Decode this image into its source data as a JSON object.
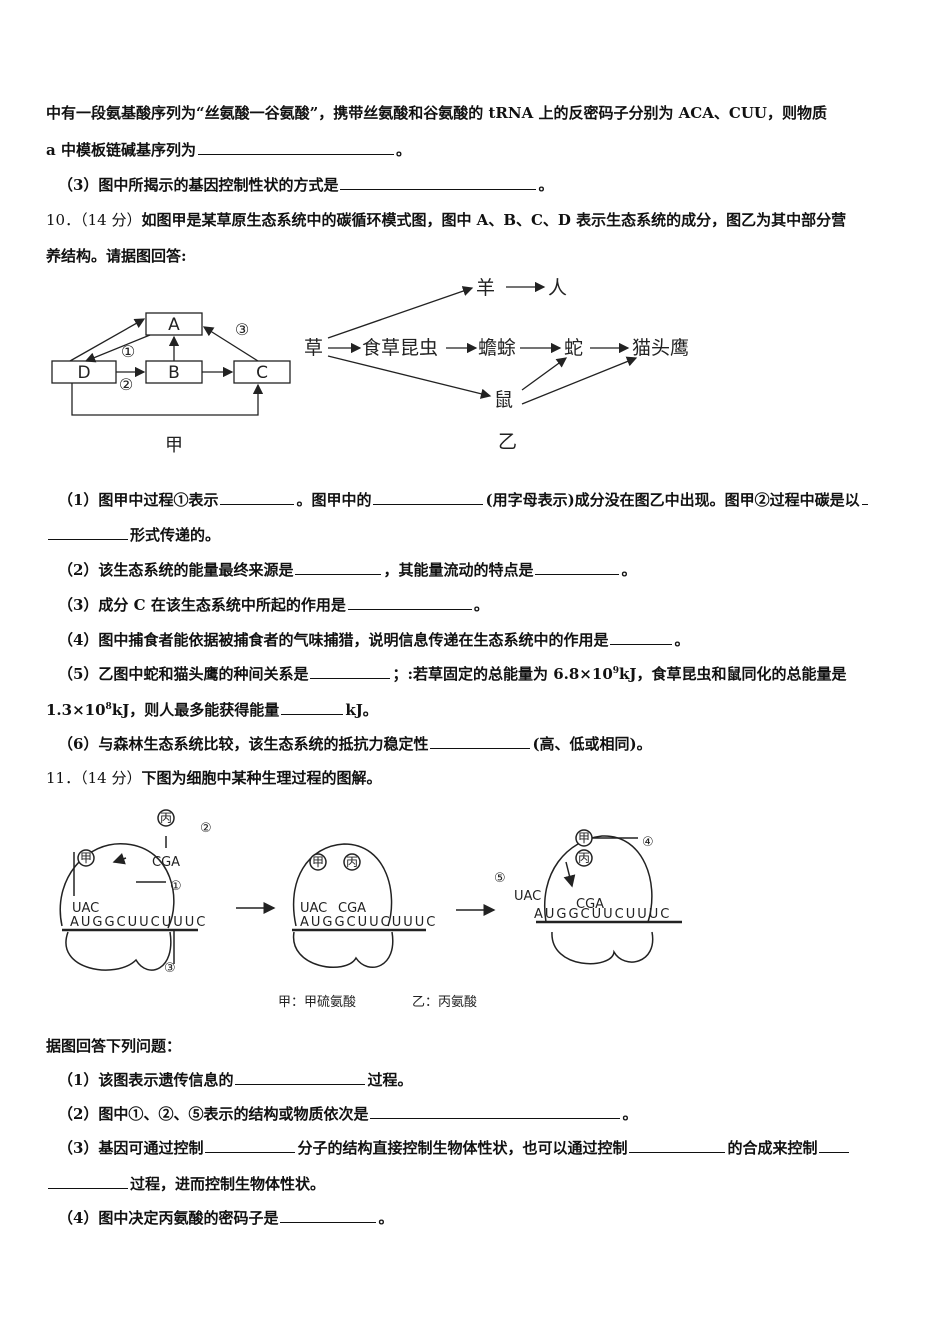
{
  "q9": {
    "line1": "中有一段氨基酸序列为“丝氨酸一谷氨酸”，携带丝氨酸和谷氨酸的 tRNA 上的反密码子分别为 ACA、CUU，则物质",
    "line2": "a 中模板链碱基序列为",
    "line2_end": "。",
    "line3": "（3）图中所揭示的基因控制性状的方式是",
    "line3_end": "。"
  },
  "q10": {
    "num": "10．（14 分）",
    "stem1": "如图甲是某草原生态系统中的碳循环模式图，图中 A、B、C、D 表示生态系统的成分，图乙为其中部分营",
    "stem2": "养结构。请据图回答:",
    "fig_jia": {
      "A": "A",
      "B": "B",
      "C": "C",
      "D": "D",
      "c1": "①",
      "c2": "②",
      "c3": "③",
      "caption": "甲"
    },
    "fig_yi": {
      "grass": "草",
      "insect": "食草昆虫",
      "toad": "蟾蜍",
      "snake": "蛇",
      "owl": "猫头鹰",
      "sheep": "羊",
      "human": "人",
      "rat": "鼠",
      "caption": "乙"
    },
    "p1a": "（1）图甲中过程①表示",
    "p1b": "。图甲中的",
    "p1c": "(用字母表示)成分没在图乙中出现。图甲②过程中碳是以",
    "p1d": "形式传递的。",
    "p2a": "（2）该生态系统的能量最终来源是",
    "p2b": "，其能量流动的特点是",
    "p2c": "。",
    "p3a": "（3）成分 C 在该生态系统中所起的作用是",
    "p3b": "。",
    "p4a": "（4）图中捕食者能依据被捕食者的气味捕猎，说明信息传递在生态系统中的作用是",
    "p4b": "。",
    "p5a": "（5）乙图中蛇和猫头鹰的种间关系是",
    "p5b": "；:若草固定的总能量为 6.8×10",
    "p5sup": "9",
    "p5c": "kJ，食草昆虫和鼠同化的总能量是",
    "p5d": "1.3×10",
    "p5sup2": "8",
    "p5e": "kJ，则人最多能获得能量",
    "p5f": "kJ。",
    "p6a": "（6）与森林生态系统比较，该生态系统的抵抗力稳定性",
    "p6b": "(高、低或相同)。"
  },
  "q11": {
    "num": "11．（14 分）",
    "stem": "下图为细胞中某种生理过程的图解。",
    "fig": {
      "jia": "甲",
      "bing": "丙",
      "n1": "①",
      "n2": "②",
      "n3": "③",
      "n4": "④",
      "n5": "⑤",
      "uac": "UAC",
      "cga": "CGA",
      "mrna": "AUGGCUUCUUUC",
      "legend_jia": "甲：甲硫氨酸",
      "legend_yi": "乙：丙氨酸"
    },
    "intro": "据图回答下列问题：",
    "p1a": "（1）该图表示遗传信息的",
    "p1b": "过程。",
    "p2a": "（2）图中①、②、⑤表示的结构或物质依次是",
    "p2b": "。",
    "p3a": "（3）基因可通过控制",
    "p3b": "分子的结构直接控制生物体性状，也可以通过控制",
    "p3c": "的合成来控制",
    "p3d": "过程，进而控制生物体性状。",
    "p4a": "（4）图中决定丙氨酸的密码子是",
    "p4b": "。"
  }
}
